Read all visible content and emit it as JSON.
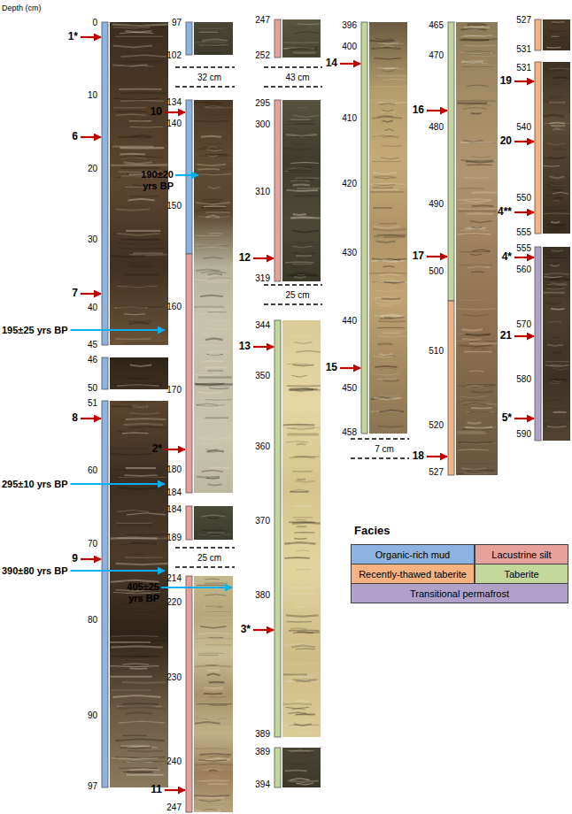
{
  "diagram": {
    "labels": [
      "Depth (cm)",
      "0",
      "10",
      "20",
      "30",
      "40",
      "45",
      "46",
      "50",
      "51",
      "60",
      "70",
      "80",
      "90",
      "97",
      "1*",
      "6",
      "7",
      "8",
      "9",
      "195±25 yrs BP",
      "295±10 yrs BP",
      "390±80 yrs BP",
      "97",
      "102",
      "134",
      "140",
      "150",
      "160",
      "170",
      "180",
      "184",
      "184",
      "189",
      "214",
      "220",
      "230",
      "240",
      "247",
      "10",
      "2*",
      "11",
      "190±20 yrs BP",
      "405±25 yrs BP",
      "32 cm",
      "25 cm",
      "247",
      "252",
      "295",
      "300",
      "310",
      "319",
      "344",
      "350",
      "360",
      "370",
      "380",
      "389",
      "389",
      "394",
      "12",
      "13",
      "3*",
      "43 cm",
      "25 cm",
      "396",
      "400",
      "410",
      "420",
      "430",
      "440",
      "450",
      "458",
      "14",
      "15",
      "7 cm",
      "465",
      "470",
      "480",
      "490",
      "500",
      "510",
      "520",
      "527",
      "16",
      "17",
      "18",
      "527",
      "531",
      "531",
      "540",
      "550",
      "555",
      "555",
      "560",
      "570",
      "580",
      "590",
      "19",
      "20",
      "4**",
      "4*",
      "21",
      "5*",
      "Facies"
    ],
    "legend": [
      {
        "text": "Organic-rich mud",
        "color": "#8db3e2"
      },
      {
        "text": "Lacustrine silt",
        "color": "#e6a19b"
      },
      {
        "text": "Recently-thawed taberite",
        "color": "#f6b27f"
      },
      {
        "text": "Taberite",
        "color": "#c4d79b"
      },
      {
        "text": "Transitional permafrost",
        "color": "#b1a0c7"
      }
    ]
  }
}
